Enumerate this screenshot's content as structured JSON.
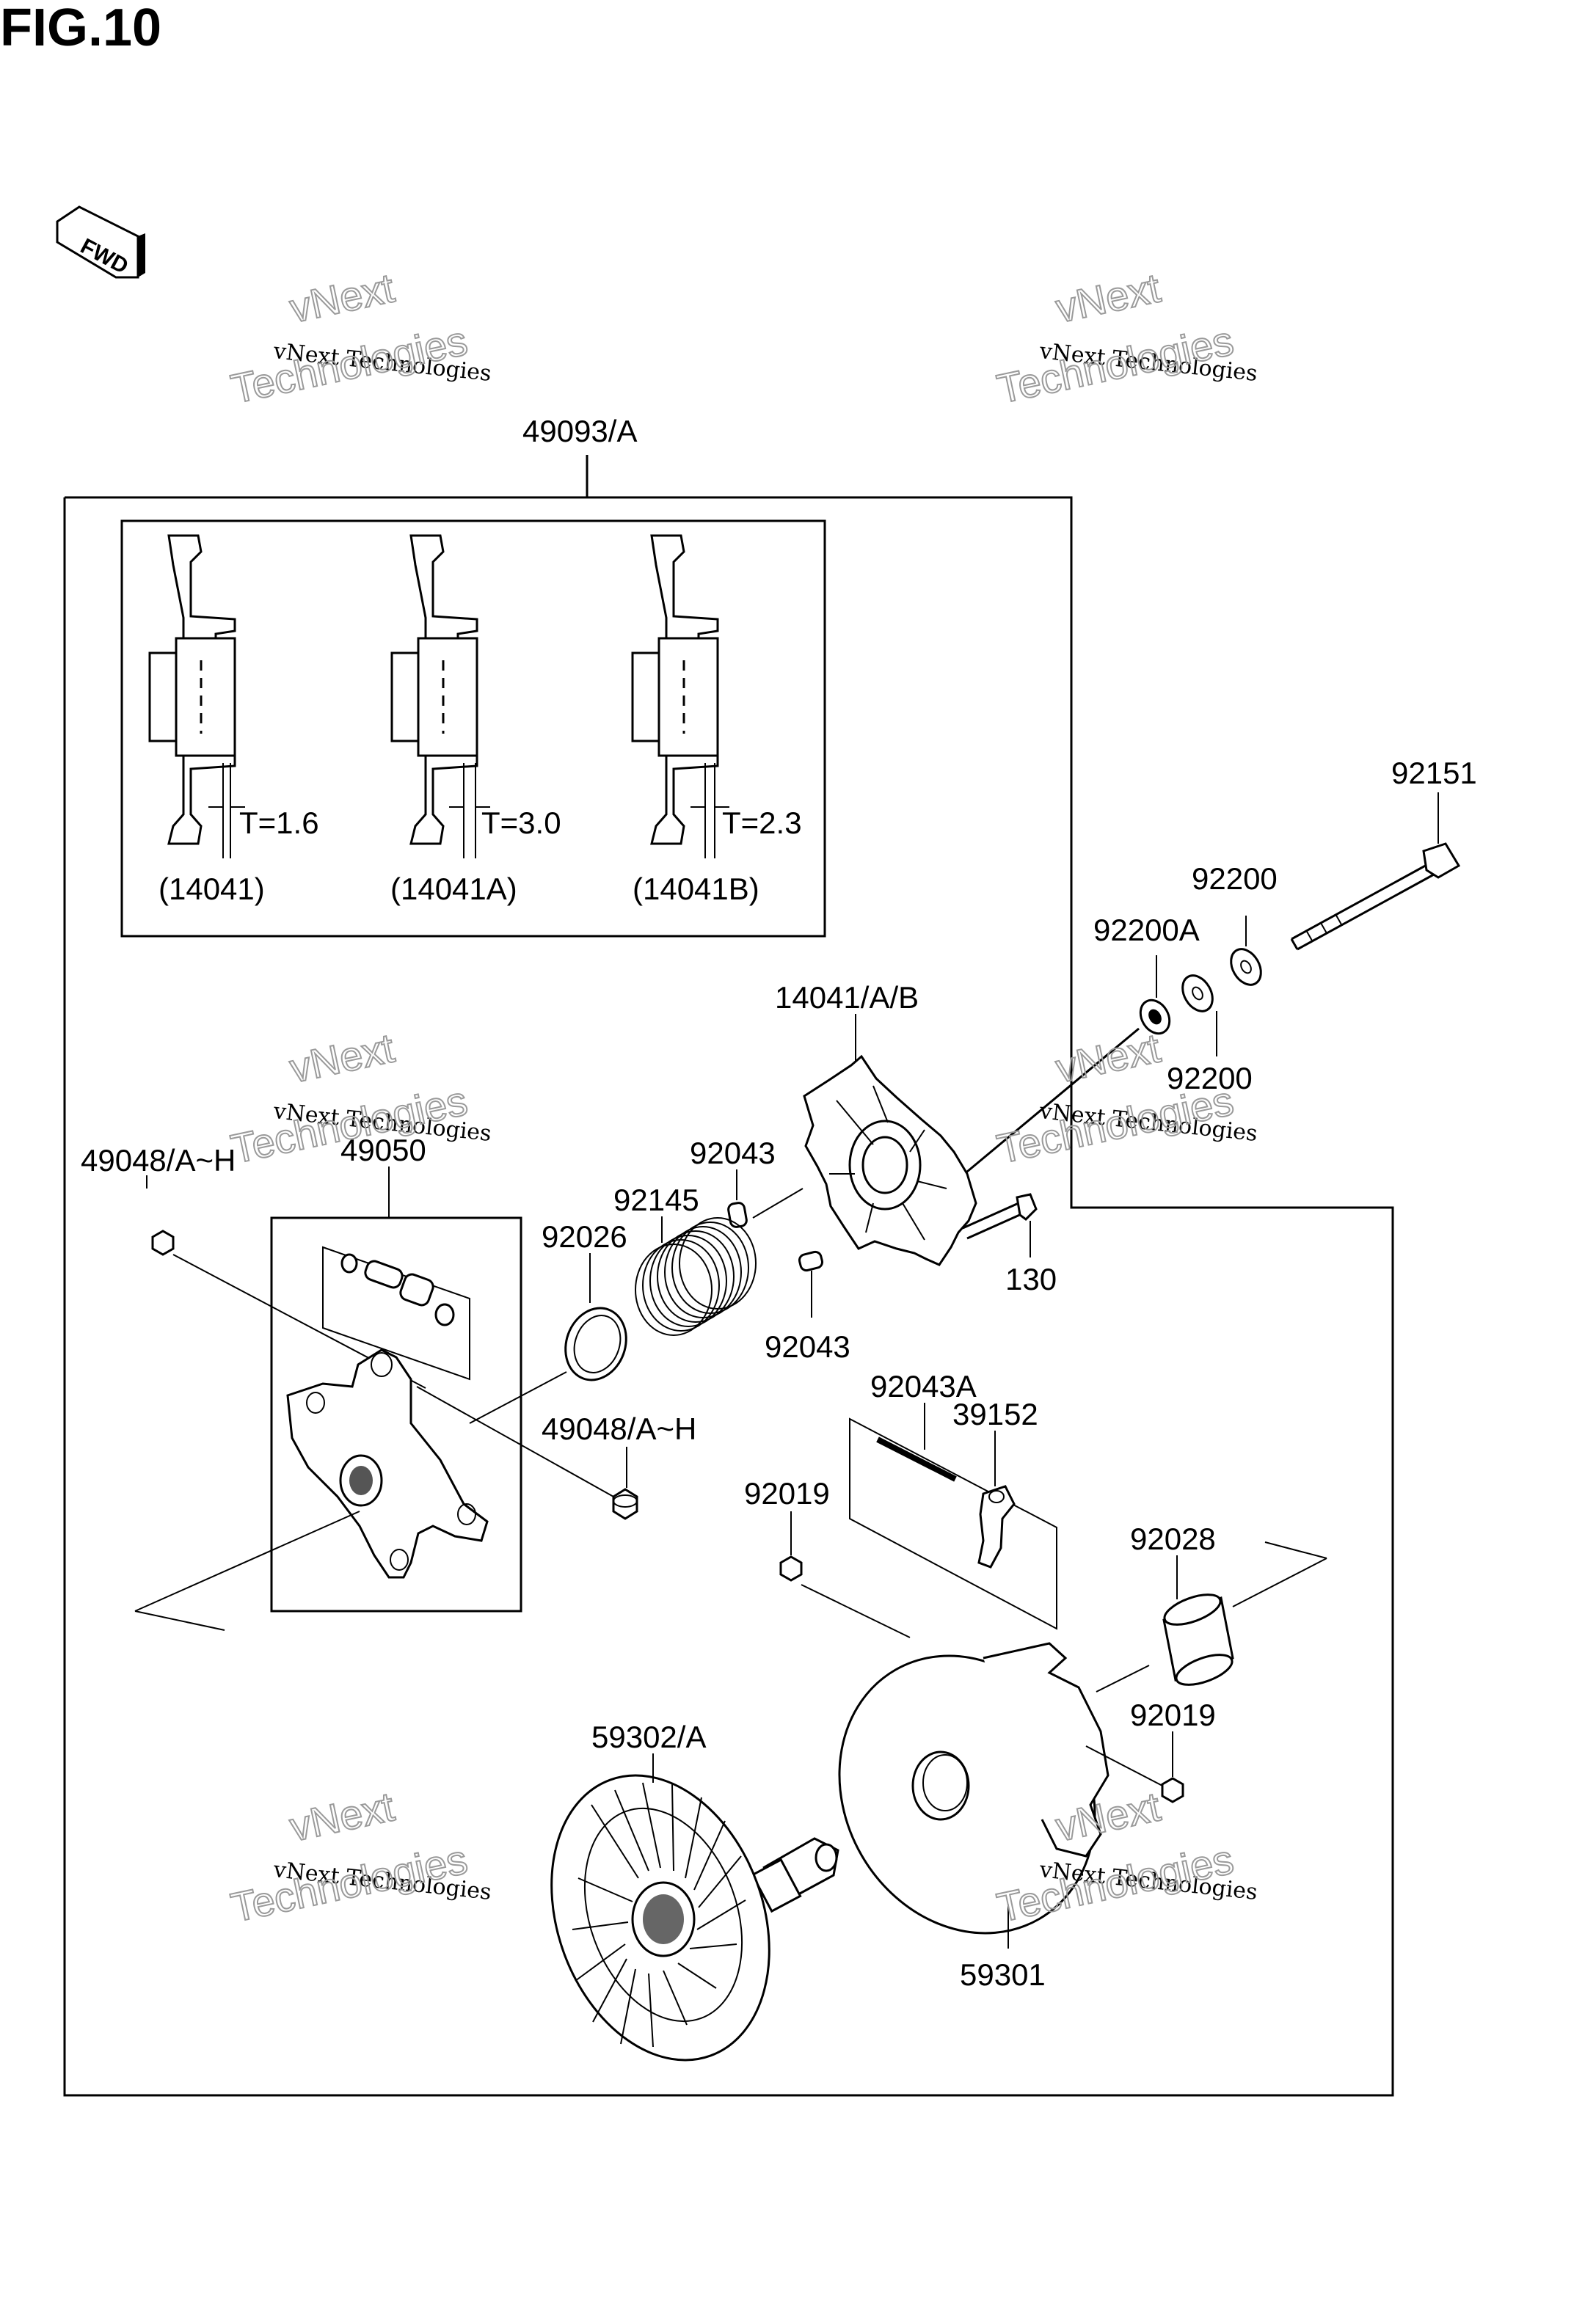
{
  "figure": {
    "title": "FIG.10",
    "fwd_label": "FWD"
  },
  "watermark": {
    "small": "vNext Technologies",
    "line1": "vNext",
    "line2": "Technologies"
  },
  "inset": {
    "items": [
      {
        "thickness": "T=1.6",
        "part": "(14041)"
      },
      {
        "thickness": "T=3.0",
        "part": "(14041A)"
      },
      {
        "thickness": "T=2.3",
        "part": "(14041B)"
      }
    ]
  },
  "labels": {
    "assembly": "49093/A",
    "p92151": "92151",
    "p92200_top": "92200",
    "p92200A": "92200A",
    "p92200_bot": "92200",
    "p14041": "14041/A/B",
    "p92043_top": "92043",
    "p92145": "92145",
    "p92026": "92026",
    "p49050": "49050",
    "p49048_left": "49048/A~H",
    "p130": "130",
    "p92043_bot": "92043",
    "p92043A": "92043A",
    "p39152": "39152",
    "p49048_mid": "49048/A~H",
    "p92019_left": "92019",
    "p92028": "92028",
    "p92019_right": "92019",
    "p59302": "59302/A",
    "p59301": "59301"
  }
}
